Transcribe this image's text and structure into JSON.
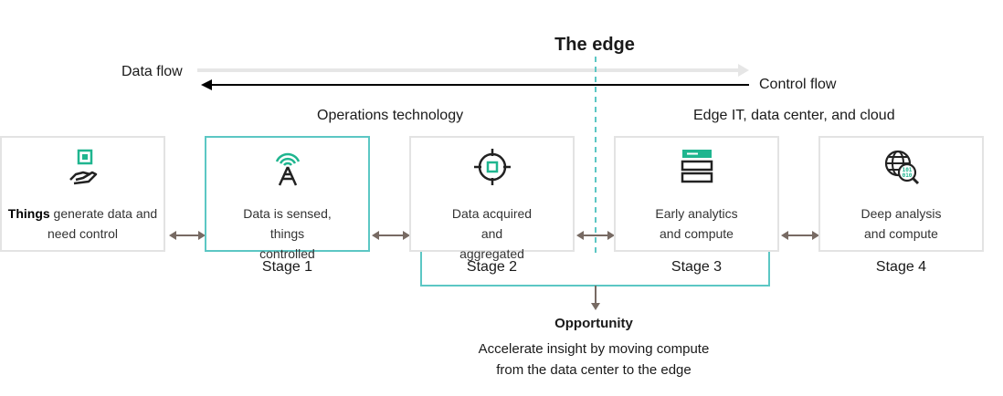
{
  "title": "The edge",
  "data_flow_label": "Data flow",
  "control_flow_label": "Control flow",
  "sections": {
    "ot": "Operations technology",
    "it": "Edge IT, data center, and cloud"
  },
  "boxes": [
    {
      "bold": "Things",
      "text": " generate data and need control",
      "icon": "hand-chip-icon"
    },
    {
      "text": "Data is sensed, things controlled",
      "icon": "antenna-signal-icon"
    },
    {
      "text": "Data acquired and aggregated",
      "icon": "crosshair-target-icon"
    },
    {
      "text": "Early analytics and compute",
      "icon": "server-rack-icon"
    },
    {
      "text": "Deep analysis and compute",
      "icon": "globe-search-icon"
    }
  ],
  "stages": [
    "Stage 1",
    "Stage 2",
    "Stage 3",
    "Stage 4"
  ],
  "opportunity": {
    "title": "Opportunity",
    "text": "Accelerate insight by moving compute from the data center to the edge"
  },
  "colors": {
    "accent": "#5cc7c4",
    "icon": "#1fb58f",
    "arrow": "#776a63",
    "box_border": "#e3e3e3"
  }
}
